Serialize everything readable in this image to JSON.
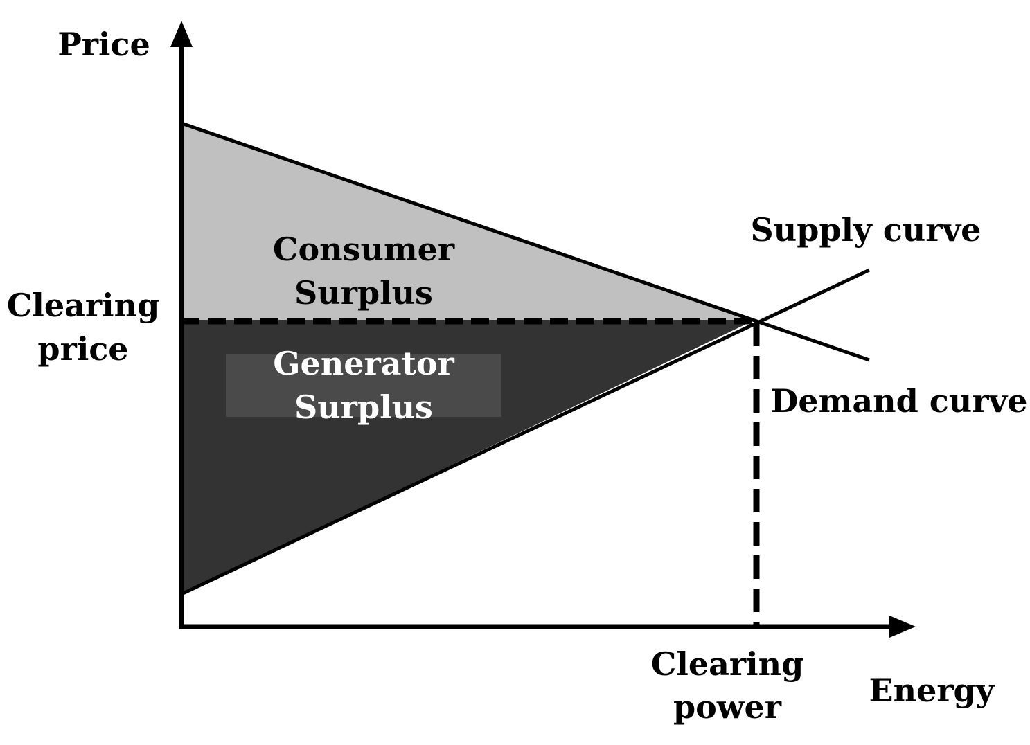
{
  "labels": {
    "y_axis": "Price",
    "x_axis": "Energy",
    "clearing_price_line1": "Clearing",
    "clearing_price_line2": "price",
    "clearing_power_line1": "Clearing",
    "clearing_power_line2": "power",
    "supply_curve": "Supply curve",
    "demand_curve": "Demand curve",
    "consumer_surplus_line1": "Consumer",
    "consumer_surplus_line2": "Surplus",
    "generator_surplus_line1": "Generator",
    "generator_surplus_line2": "Surplus"
  },
  "colors": {
    "consumer_surplus": "#c0c0c0",
    "generator_surplus": "#333333",
    "generator_label_box": "#4a4a4a",
    "lines": "#000000",
    "background": "#ffffff"
  }
}
